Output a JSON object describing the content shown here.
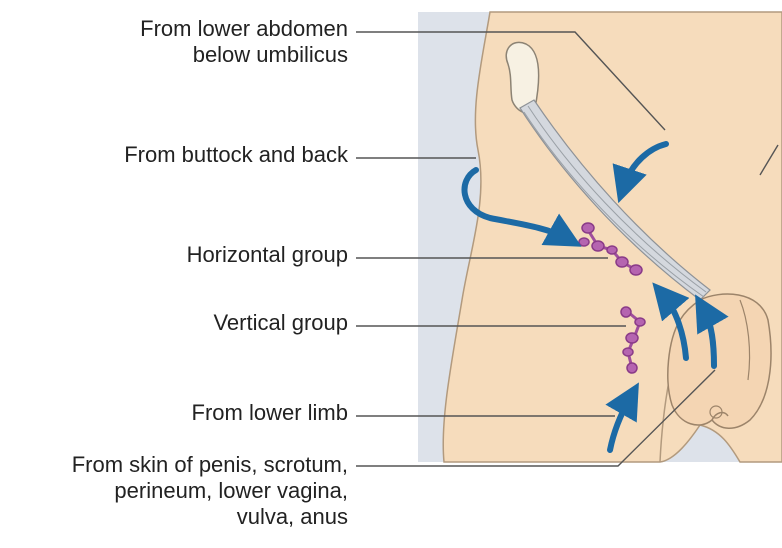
{
  "labels": {
    "lower_abdomen": [
      "From lower abdomen",
      "below umbilicus"
    ],
    "buttock_back": [
      "From buttock and back"
    ],
    "horizontal_group": [
      "Horizontal group"
    ],
    "vertical_group": [
      "Vertical group"
    ],
    "lower_limb": [
      "From lower limb"
    ],
    "skin_penis": [
      "From skin of penis, scrotum,",
      "perineum, lower vagina,",
      "vulva, anus"
    ]
  },
  "colors": {
    "skin": "#f6dcbc",
    "skin_outline": "#b29a7e",
    "shadow_panel": "#dde2ea",
    "arrow": "#1c6aa5",
    "lymph_node": "#b564b0",
    "ligament": "#c8ccd3",
    "leader_line": "#555555"
  }
}
